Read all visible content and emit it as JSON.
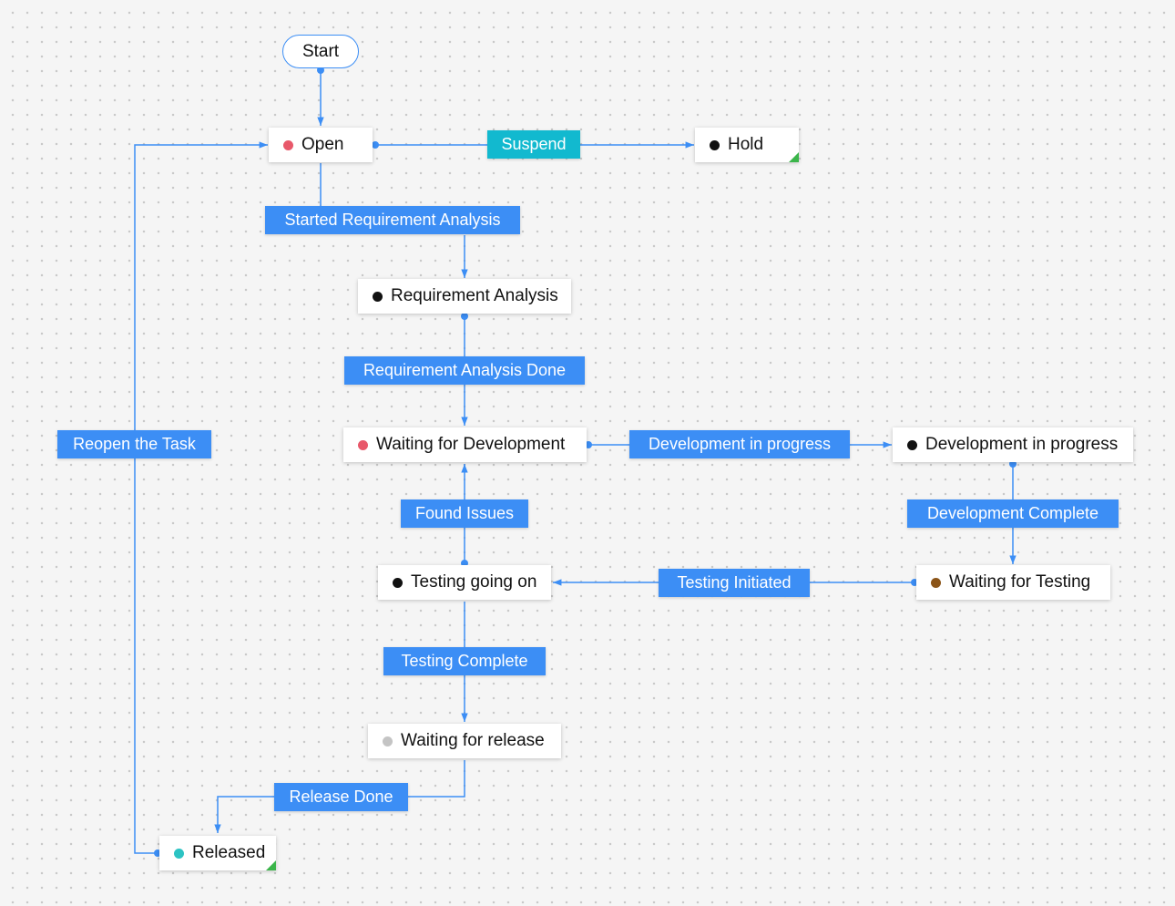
{
  "colors": {
    "connector": "#3c8ef5",
    "transition": "#3c8ef5",
    "transition_suspend": "#12b9cf",
    "status_red": "#e8586a",
    "status_black": "#111111",
    "status_brown": "#8b5418",
    "status_gray": "#c4c4c4",
    "status_teal": "#2cc3c3",
    "final_marker": "#3bb54a"
  },
  "start": {
    "label": "Start"
  },
  "states": {
    "open": {
      "label": "Open",
      "dot": "#e8586a"
    },
    "hold": {
      "label": "Hold",
      "dot": "#111111"
    },
    "requirement_analysis": {
      "label": "Requirement Analysis",
      "dot": "#111111"
    },
    "waiting_for_development": {
      "label": "Waiting for Development",
      "dot": "#e8586a"
    },
    "development_in_progress": {
      "label": "Development in progress",
      "dot": "#111111"
    },
    "waiting_for_testing": {
      "label": "Waiting for Testing",
      "dot": "#8b5418"
    },
    "testing_going_on": {
      "label": "Testing going on",
      "dot": "#111111"
    },
    "waiting_for_release": {
      "label": "Waiting for release",
      "dot": "#c4c4c4"
    },
    "released": {
      "label": "Released",
      "dot": "#2cc3c3"
    }
  },
  "transitions": {
    "suspend": "Suspend",
    "started_requirement_analysis": "Started Requirement Analysis",
    "requirement_analysis_done": "Requirement Analysis Done",
    "development_in_progress": "Development in progress",
    "development_complete": "Development Complete",
    "testing_initiated": "Testing Initiated",
    "found_issues": "Found Issues",
    "testing_complete": "Testing Complete",
    "release_done": "Release Done",
    "reopen_the_task": "Reopen the Task"
  }
}
